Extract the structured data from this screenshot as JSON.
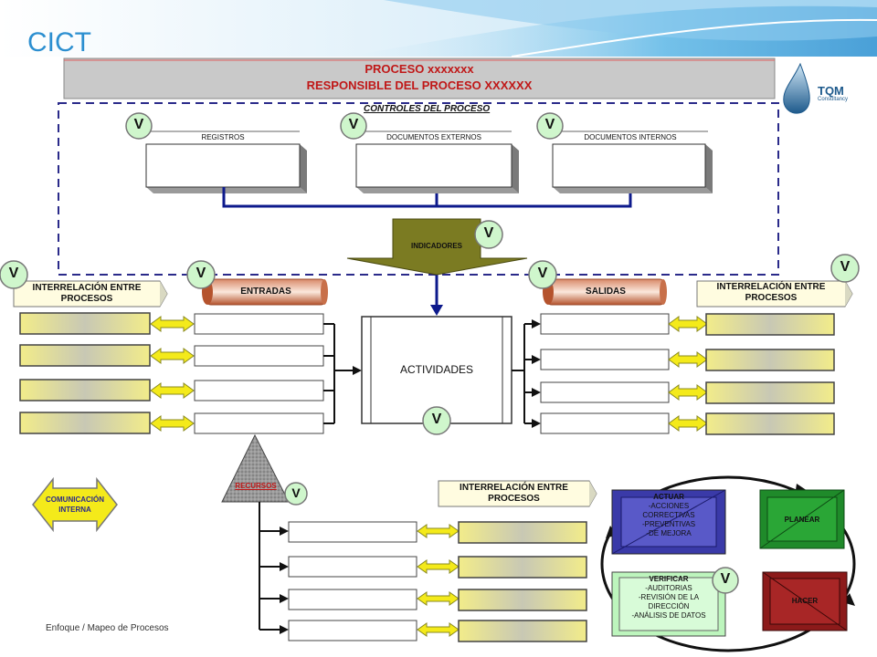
{
  "header": {
    "brand": "CICT"
  },
  "process": {
    "title": "PROCESO xxxxxxx",
    "owner": "RESPONSIBLE DEL PROCESO  XXXXXX"
  },
  "controls": {
    "title": "CONTROLES DEL PROCESO",
    "registros": "REGISTROS",
    "doc_externos": "DOCUMENTOS EXTERNOS",
    "doc_internos": "DOCUMENTOS INTERNOS"
  },
  "indicators": "INDICADORES",
  "sections": {
    "interrel_l1": "INTERRELACIÓN ENTRE",
    "interrel_l2": "PROCESOS",
    "entradas": "ENTRADAS",
    "salidas": "SALIDAS",
    "actividades": "ACTIVIDADES",
    "recursos": "RECURSOS"
  },
  "check_mark": "V",
  "comunicacion": {
    "l1": "COMUNICACIÓN",
    "l2": "INTERNA"
  },
  "phva": {
    "actuar": {
      "title": "ACTUAR",
      "lines": [
        "-ACCIONES",
        "CORRECTIVAS",
        "-PREVENTIVAS",
        "-DE MEJORA"
      ]
    },
    "planear": "PLANEAR",
    "verificar": {
      "title": "VERIFICAR",
      "lines": [
        "-AUDITORIAS",
        "-REVISIÓN DE LA",
        "DIRECCIÓN",
        "-ANÁLISIS DE DATOS"
      ]
    },
    "hacer": "HACER"
  },
  "logo": {
    "name": "TQM",
    "sub": "Consultancy"
  },
  "footer": "Enfoque / Mapeo de Procesos",
  "colors": {
    "brand": "#2c8fd0",
    "arrow_blue": "#0d1a8c",
    "indicator_olive": "#7b7b22",
    "actuar": "#3a3aa8",
    "planear": "#1f8a2a",
    "hacer": "#8c1a1a"
  }
}
